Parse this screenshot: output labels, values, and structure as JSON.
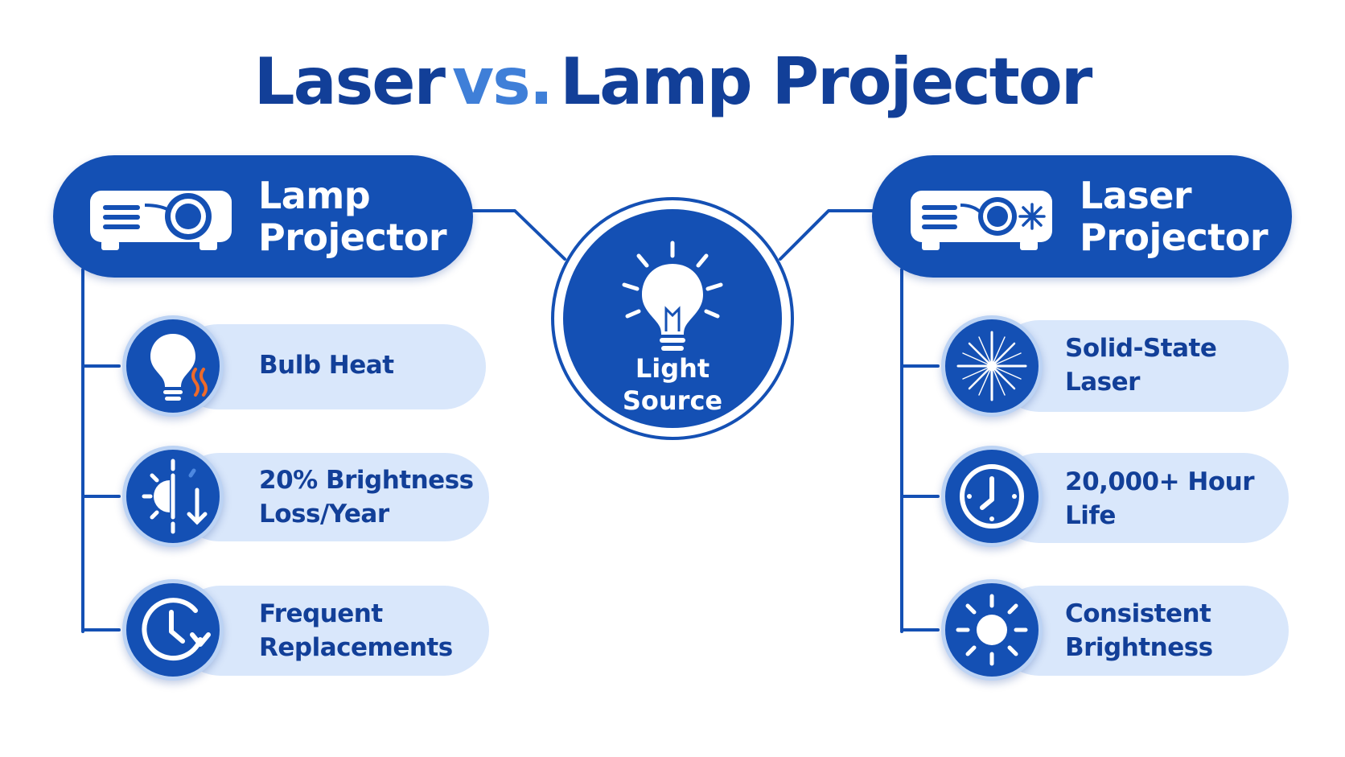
{
  "title": {
    "part1": "Laser",
    "vs": "vs.",
    "part2": "Lamp Projector"
  },
  "center": {
    "line1": "Light",
    "line2": "Source",
    "icon": "lightbulb-icon"
  },
  "lamp": {
    "title_line1": "Lamp",
    "title_line2": "Projector",
    "icon": "projector-icon",
    "items": [
      {
        "line1": "Bulb Heat",
        "line2": "",
        "icon": "hot-bulb-icon"
      },
      {
        "line1": "20% Brightness",
        "line2": "Loss/Year",
        "icon": "dimming-sun-icon"
      },
      {
        "line1": "Frequent",
        "line2": "Replacements",
        "icon": "clock-refresh-icon"
      }
    ]
  },
  "laser": {
    "title_line1": "Laser",
    "title_line2": "Projector",
    "icon": "laser-projector-icon",
    "items": [
      {
        "line1": "Solid-State",
        "line2": "Laser",
        "icon": "laser-burst-icon"
      },
      {
        "line1": "20,000+ Hour",
        "line2": "Life",
        "icon": "clock-icon"
      },
      {
        "line1": "Consistent",
        "line2": "Brightness",
        "icon": "sun-icon"
      }
    ]
  },
  "colors": {
    "primary": "#1450b4",
    "title_dark": "#123f98",
    "accent_light": "#3f7fd8",
    "pill_light": "#d9e7fb",
    "heat": "#ee6a2a"
  }
}
